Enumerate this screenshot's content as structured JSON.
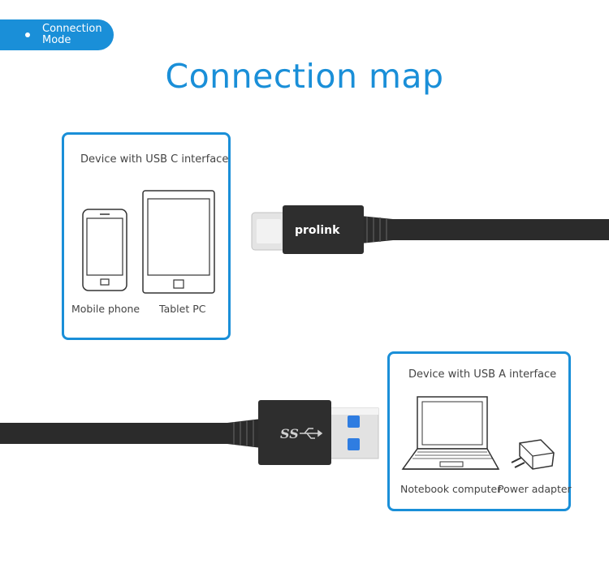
{
  "badge": {
    "line1": "Connection",
    "line2": "Mode"
  },
  "title": "Connection map",
  "usb_c_panel": {
    "heading": "Device with USB C interface",
    "devices": [
      {
        "label": "Mobile phone",
        "icon": "mobile-phone-icon"
      },
      {
        "label": "Tablet PC",
        "icon": "tablet-icon"
      }
    ]
  },
  "usb_a_panel": {
    "heading": "Device with USB A interface",
    "devices": [
      {
        "label": "Notebook computer",
        "icon": "laptop-icon"
      },
      {
        "label": "Power adapter",
        "icon": "power-adapter-icon"
      }
    ]
  },
  "connectors": {
    "usb_c_brand": "prolink",
    "usb_a_logo": "SS"
  },
  "colors": {
    "accent": "#1a8fd8",
    "cable": "#2b2b2b",
    "usb_pin": "#2f7de1"
  }
}
